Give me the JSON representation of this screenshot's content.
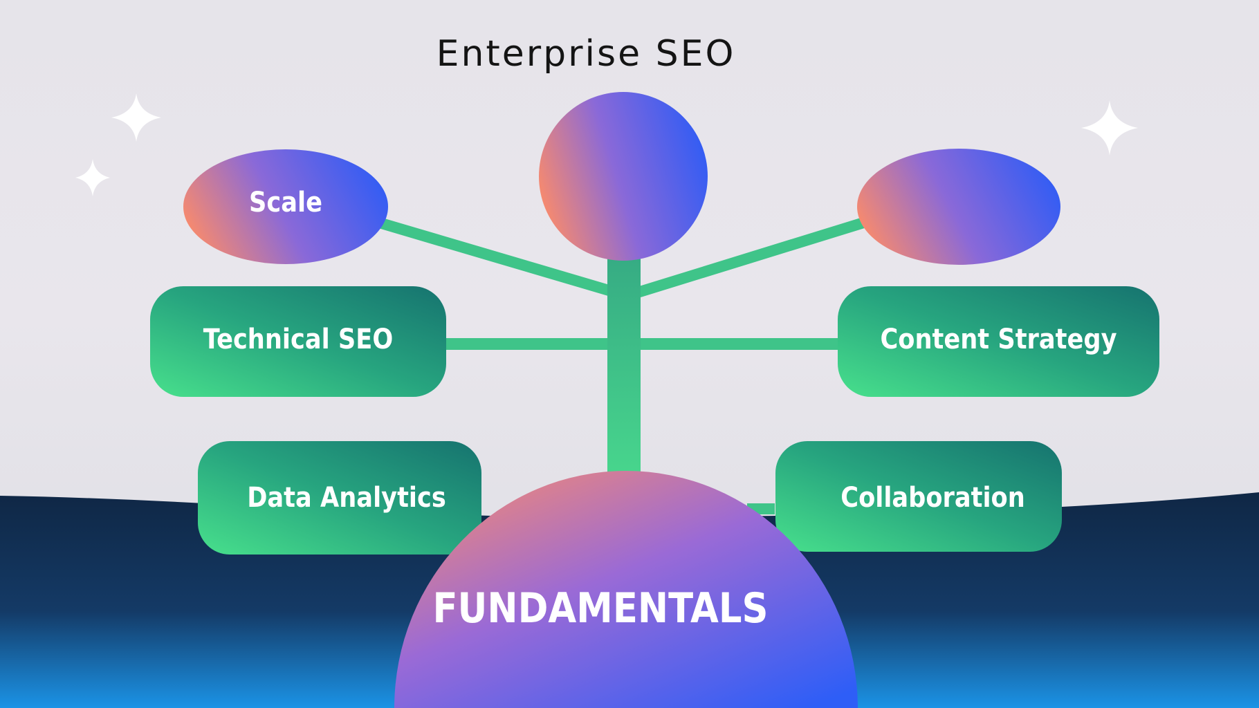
{
  "diagram": {
    "title": "Enterprise SEO",
    "nodes": {
      "scale": {
        "label": "Scale"
      },
      "top_center": {
        "label": ""
      },
      "top_right": {
        "label": ""
      },
      "technical_seo": {
        "label": "Technical  SEO"
      },
      "content_strategy": {
        "label": "Content  Strategy"
      },
      "data_analytics": {
        "label": "Data Analytics"
      },
      "collaboration": {
        "label": "Collaboration"
      },
      "fundamentals": {
        "label": "FUNDAMENTALS"
      }
    },
    "colors": {
      "background": "#e6e4ea",
      "ground_dark": "#0f2a4a",
      "ground_light": "#1a8fe0",
      "connector": "#3ec98a",
      "orb_coral": "#f48a72",
      "orb_blue": "#3b5cf0",
      "pill_green_light": "#4fe08f",
      "pill_green_dark": "#177a72"
    }
  }
}
